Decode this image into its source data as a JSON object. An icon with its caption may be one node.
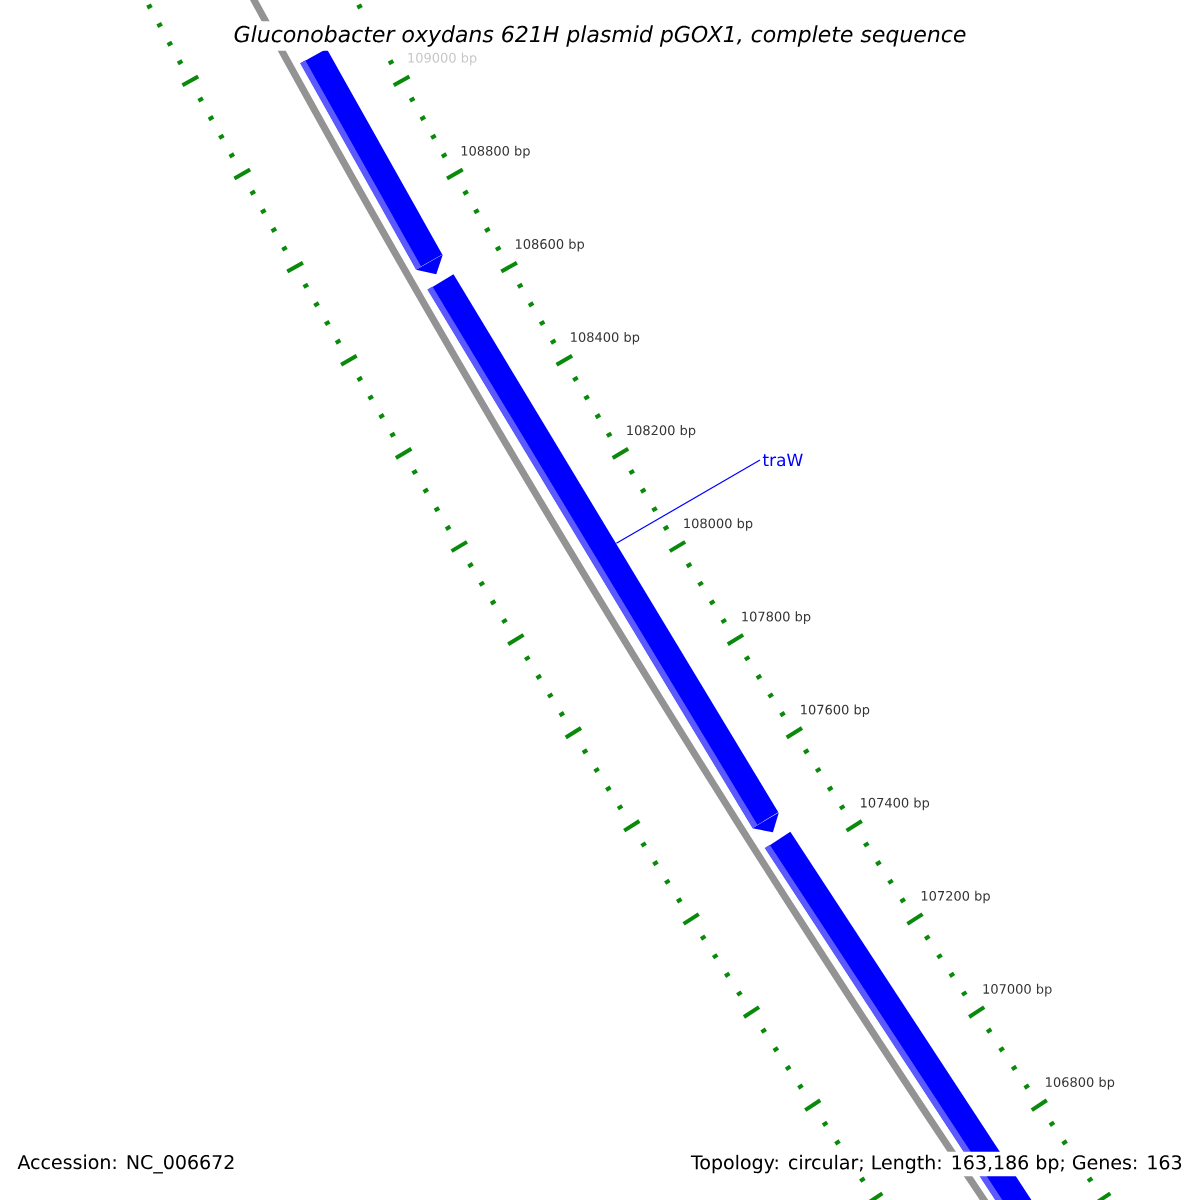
{
  "diagram": {
    "title": "Gluconobacter oxydans 621H plasmid pGOX1, complete sequence",
    "nodes": [
      {
        "text": [
          "traW"
        ]
      },
      {
        "text": [],
        "shape": "bar"
      },
      {
        "text": [],
        "shape": "bar"
      },
      {
        "text": [],
        "shape": "bar"
      }
    ],
    "edges": [
      {
        "from": 0,
        "to": 2,
        "arrow": "none",
        "color": "#0000ff"
      }
    ],
    "labels": [
      "109000 bp",
      "108800 bp",
      "108600 bp",
      "108400 bp",
      "108200 bp",
      "108000 bp",
      "107800 bp",
      "107600 bp",
      "107400 bp",
      "107200 bp",
      "107000 bp",
      "106800 bp",
      "Accession: NC_006672",
      "Topology: circular; Length: 163,186 bp; Genes: 163"
    ]
  }
}
